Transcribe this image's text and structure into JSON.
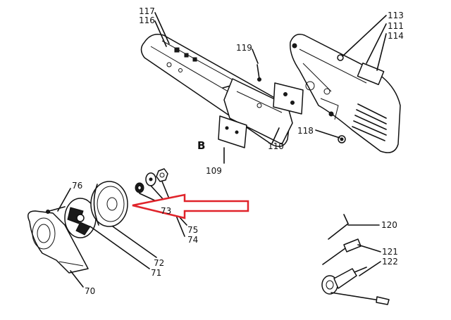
{
  "labels": {
    "p117": "117",
    "p116": "116",
    "p119": "119",
    "p113": "113",
    "p111": "111",
    "p114": "114",
    "pB": "B",
    "p110": "110",
    "p118": "118",
    "p109": "109",
    "p76": "76",
    "p73": "73",
    "p75": "75",
    "p74": "74",
    "p72": "72",
    "p71": "71",
    "p70": "70",
    "p120": "120",
    "p121": "121",
    "p122": "122"
  },
  "colors": {
    "line": "#111111",
    "highlight_arrow": "#e0232a",
    "background": "#ffffff"
  }
}
